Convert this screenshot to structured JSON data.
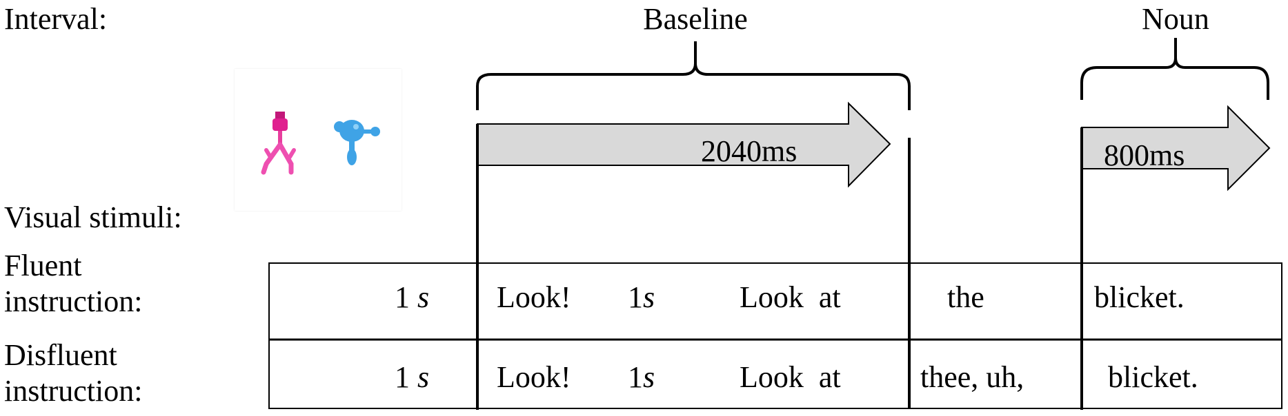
{
  "labels": {
    "interval": "Interval:",
    "visual_stimuli": "Visual stimuli:",
    "fluent_line1": "Fluent",
    "fluent_line2": "instruction:",
    "disfluent_line1": "Disfluent",
    "disfluent_line2": "instruction:"
  },
  "intervals": {
    "baseline": {
      "name": "Baseline",
      "duration": "2040ms"
    },
    "noun": {
      "name": "Noun",
      "duration": "800ms"
    }
  },
  "visual_stimuli": {
    "left_object": {
      "icon": "pink-object-icon",
      "color": "#e83e9e"
    },
    "right_object": {
      "icon": "blue-object-icon",
      "color": "#3fa3e6"
    }
  },
  "fluent_row": {
    "pause": "1",
    "pause_unit": "s",
    "look": "Look!",
    "gap": "1",
    "gap_unit": "s",
    "look_at": "Look  at",
    "article": "the",
    "noun": "blicket."
  },
  "disfluent_row": {
    "pause": "1",
    "pause_unit": "s",
    "look": "Look!",
    "gap": "1",
    "gap_unit": "s",
    "look_at": "Look  at",
    "article": "thee, uh,",
    "noun": "blicket."
  }
}
